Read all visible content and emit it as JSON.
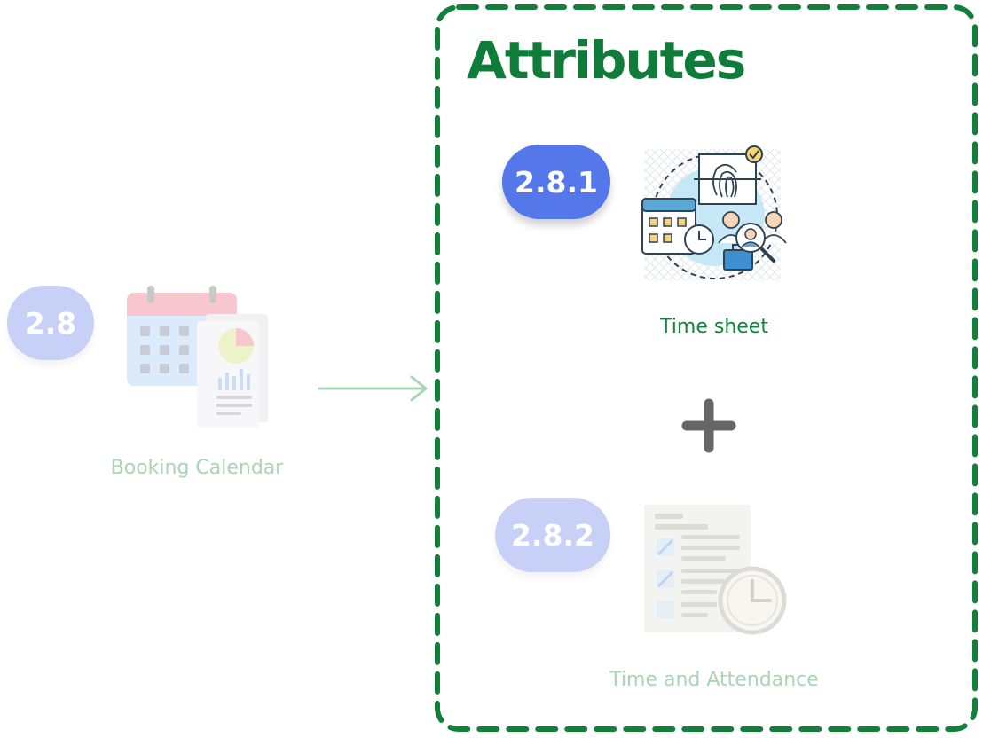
{
  "left_node": {
    "badge": "2.8",
    "icon": "booking-calendar-icon",
    "caption": "Booking Calendar"
  },
  "attributes": {
    "title": "Attributes",
    "items": [
      {
        "badge": "2.8.1",
        "icon": "time-sheet-icon",
        "caption": "Time sheet",
        "highlighted": true
      },
      {
        "badge": "2.8.2",
        "icon": "time-and-attendance-icon",
        "caption": "Time and Attendance",
        "highlighted": false
      }
    ],
    "connector": "plus-icon"
  },
  "colors": {
    "frame": "#12803b",
    "title": "#0f7d39",
    "badge_active": "#5478ea",
    "badge_faded": "#c7d0f6",
    "caption_active": "#10863c",
    "caption_faded": "#a8d5b5",
    "arrow": "#a8d5b5",
    "plus": "#666666"
  }
}
